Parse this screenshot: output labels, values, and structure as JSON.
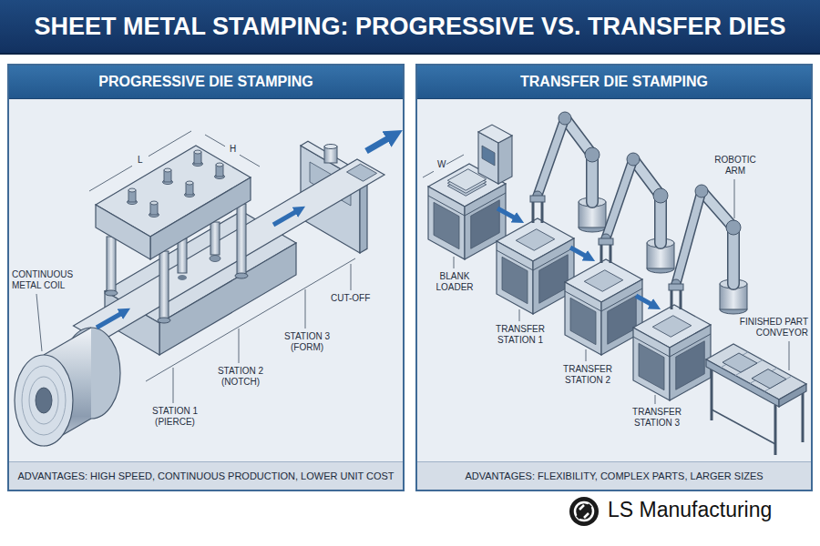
{
  "diagram": {
    "title": "SHEET METAL STAMPING: PROGRESSIVE VS. TRANSFER DIES",
    "nodes": [
      {
        "text": [
          "PROGRESSIVE DIE STAMPING",
          "ADVANTAGES: HIGH SPEED, CONTINUOUS PRODUCTION, LOWER UNIT COST"
        ]
      },
      {
        "text": [
          "TRANSFER DIE STAMPING",
          "ADVANTAGES: FLEXIBILITY, COMPLEX PARTS, LARGER SIZES"
        ]
      }
    ],
    "labels": [
      "L",
      "H",
      "CONTINUOUS METAL COIL",
      "STATION 1 (PIERCE)",
      "STATION 2 (NOTCH)",
      "STATION 3 (FORM)",
      "CUT-OFF",
      "W",
      "ROBOTIC ARM",
      "BLANK LOADER",
      "TRANSFER STATION 1",
      "FINISHED PART CONVEYOR",
      "TRANSFER STATION 2",
      "TRANSFER STATION 3",
      "LS Manufacturing"
    ]
  }
}
